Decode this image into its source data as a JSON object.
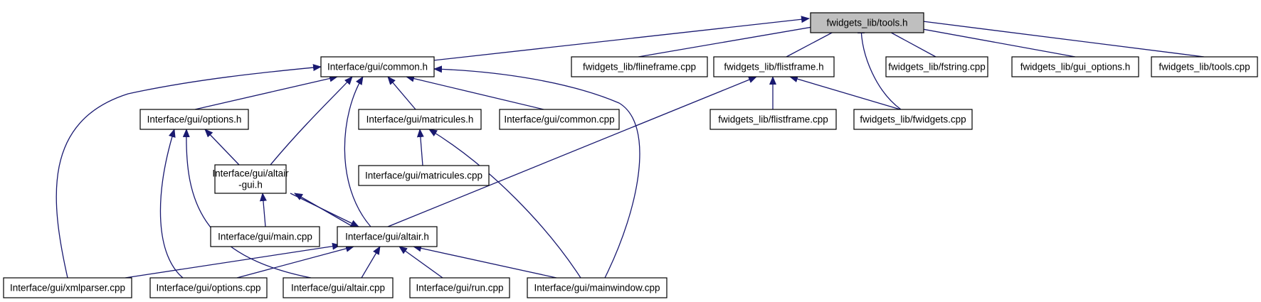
{
  "colors": {
    "edge": "#191970",
    "node_fill": "#ffffff",
    "root_fill": "#bfbfbf",
    "border": "#000000"
  },
  "nodes": {
    "tools_h": {
      "label": [
        "fwidgets_lib/tools.h"
      ],
      "root": true
    },
    "common_h": {
      "label": [
        "Interface/gui/common.h"
      ]
    },
    "flineframe_cpp": {
      "label": [
        "fwidgets_lib/flineframe.cpp"
      ]
    },
    "flistframe_h": {
      "label": [
        "fwidgets_lib/flistframe.h"
      ]
    },
    "fstring_cpp": {
      "label": [
        "fwidgets_lib/fstring.cpp"
      ]
    },
    "gui_options_h": {
      "label": [
        "fwidgets_lib/gui_options.h"
      ]
    },
    "tools_cpp": {
      "label": [
        "fwidgets_lib/tools.cpp"
      ]
    },
    "options_h": {
      "label": [
        "Interface/gui/options.h"
      ]
    },
    "matricules_h": {
      "label": [
        "Interface/gui/matricules.h"
      ]
    },
    "common_cpp": {
      "label": [
        "Interface/gui/common.cpp"
      ]
    },
    "flistframe_cpp": {
      "label": [
        "fwidgets_lib/flistframe.cpp"
      ]
    },
    "fwidgets_cpp": {
      "label": [
        "fwidgets_lib/fwidgets.cpp"
      ]
    },
    "altair_gui_h": {
      "label": [
        "Interface/gui/altair",
        "-gui.h"
      ]
    },
    "matricules_cpp": {
      "label": [
        "Interface/gui/matricules.cpp"
      ]
    },
    "main_cpp": {
      "label": [
        "Interface/gui/main.cpp"
      ]
    },
    "altair_h": {
      "label": [
        "Interface/gui/altair.h"
      ]
    },
    "xmlparser_cpp": {
      "label": [
        "Interface/gui/xmlparser.cpp"
      ]
    },
    "options_cpp": {
      "label": [
        "Interface/gui/options.cpp"
      ]
    },
    "altair_cpp": {
      "label": [
        "Interface/gui/altair.cpp"
      ]
    },
    "run_cpp": {
      "label": [
        "Interface/gui/run.cpp"
      ]
    },
    "mainwindow_cpp": {
      "label": [
        "Interface/gui/mainwindow.cpp"
      ]
    }
  },
  "edges": [
    {
      "from": "common_h",
      "to": "tools_h"
    },
    {
      "from": "flineframe_cpp",
      "to": "tools_h"
    },
    {
      "from": "flistframe_h",
      "to": "tools_h"
    },
    {
      "from": "fwidgets_cpp",
      "to": "tools_h"
    },
    {
      "from": "fstring_cpp",
      "to": "tools_h"
    },
    {
      "from": "gui_options_h",
      "to": "tools_h"
    },
    {
      "from": "tools_cpp",
      "to": "tools_h"
    },
    {
      "from": "options_h",
      "to": "common_h"
    },
    {
      "from": "altair_gui_h",
      "to": "common_h"
    },
    {
      "from": "altair_h",
      "to": "common_h"
    },
    {
      "from": "matricules_h",
      "to": "common_h"
    },
    {
      "from": "common_cpp",
      "to": "common_h"
    },
    {
      "from": "xmlparser_cpp",
      "to": "common_h"
    },
    {
      "from": "mainwindow_cpp",
      "to": "common_h"
    },
    {
      "from": "flistframe_cpp",
      "to": "flistframe_h"
    },
    {
      "from": "fwidgets_cpp",
      "to": "flistframe_h"
    },
    {
      "from": "altair_h",
      "to": "flistframe_h"
    },
    {
      "from": "altair_gui_h",
      "to": "options_h"
    },
    {
      "from": "options_cpp",
      "to": "options_h"
    },
    {
      "from": "altair_cpp",
      "to": "options_h"
    },
    {
      "from": "matricules_cpp",
      "to": "matricules_h"
    },
    {
      "from": "mainwindow_cpp",
      "to": "matricules_h"
    },
    {
      "from": "main_cpp",
      "to": "altair_gui_h"
    },
    {
      "from": "altair_h",
      "to": "altair_gui_h"
    },
    {
      "from": "altair_gui_h",
      "to": "altair_h"
    },
    {
      "from": "xmlparser_cpp",
      "to": "altair_h"
    },
    {
      "from": "options_cpp",
      "to": "altair_h"
    },
    {
      "from": "altair_cpp",
      "to": "altair_h"
    },
    {
      "from": "run_cpp",
      "to": "altair_h"
    },
    {
      "from": "mainwindow_cpp",
      "to": "altair_h"
    }
  ]
}
